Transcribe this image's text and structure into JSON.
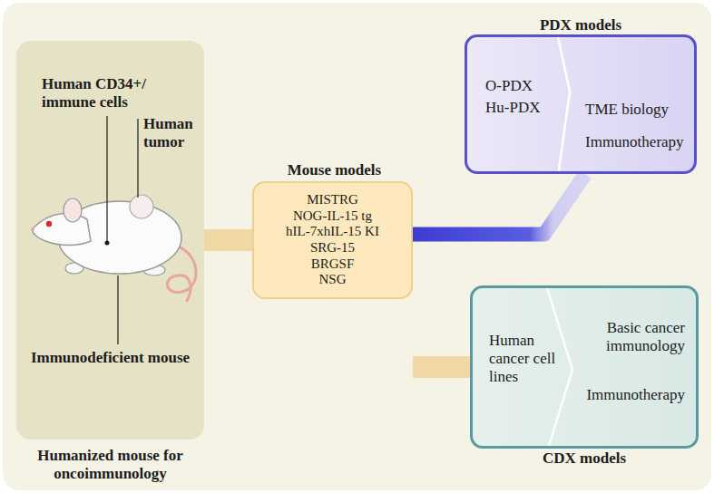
{
  "diagram": {
    "nodes": [
      {
        "text": [
          "Human CD34+/ immune cells",
          "Human tumor",
          "Immunodeficient mouse",
          "Humanized mouse for oncoimmunology"
        ]
      },
      {
        "text": [
          "Mouse models",
          "MISTRG",
          "NOG-IL-15 tg",
          "hIL-7xhIL-15 KI",
          "SRG-15",
          "BRGSF",
          "NSG"
        ]
      },
      {
        "text": [
          "PDX models",
          "O-PDX",
          "Hu-PDX",
          "TME biology",
          "Immunotherapy"
        ]
      },
      {
        "text": [
          "Human cancer cell lines",
          "Basic cancer immunology",
          "Immunotherapy",
          "CDX models"
        ]
      }
    ],
    "edges": [
      {
        "from": 0,
        "to": 1,
        "arrow": "none"
      },
      {
        "from": 1,
        "to": 2,
        "arrow": "none"
      },
      {
        "from": 1,
        "to": 3,
        "arrow": "none"
      }
    ]
  }
}
